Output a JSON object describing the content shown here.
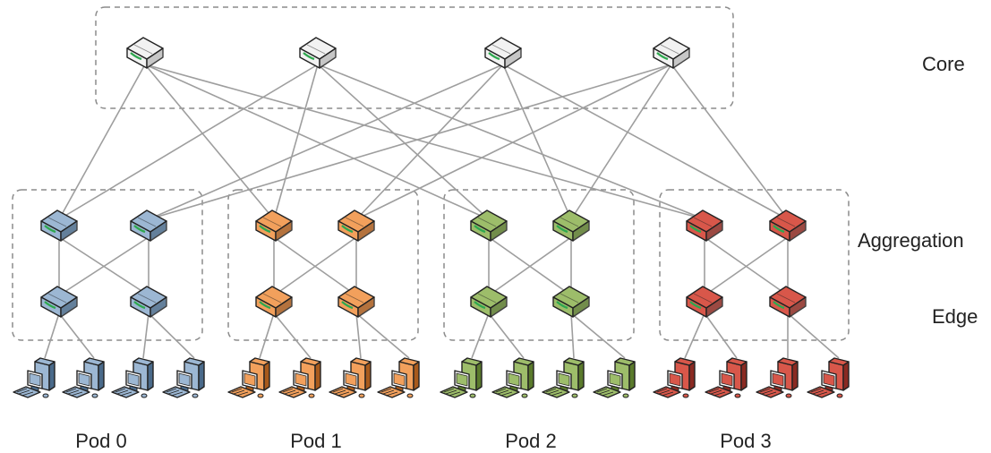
{
  "layers": {
    "core": "Core",
    "aggregation": "Aggregation",
    "edge": "Edge"
  },
  "pods": [
    {
      "label": "Pod 0",
      "color": "#9cb7d3",
      "dark": "#4a6a8a"
    },
    {
      "label": "Pod 1",
      "color": "#f2a05c",
      "dark": "#a85a1c"
    },
    {
      "label": "Pod 2",
      "color": "#9dbd6a",
      "dark": "#5a7a2c"
    },
    {
      "label": "Pod 3",
      "color": "#d8574a",
      "dark": "#8a2a22"
    }
  ],
  "core_color": "#f2f2f2",
  "link_color": "#9e9e9e",
  "port_light_color": "#2fa84f",
  "box_border_color": "#8c8c8c",
  "icons": {
    "switch": "network-switch-icon",
    "host": "computer-host-icon"
  }
}
